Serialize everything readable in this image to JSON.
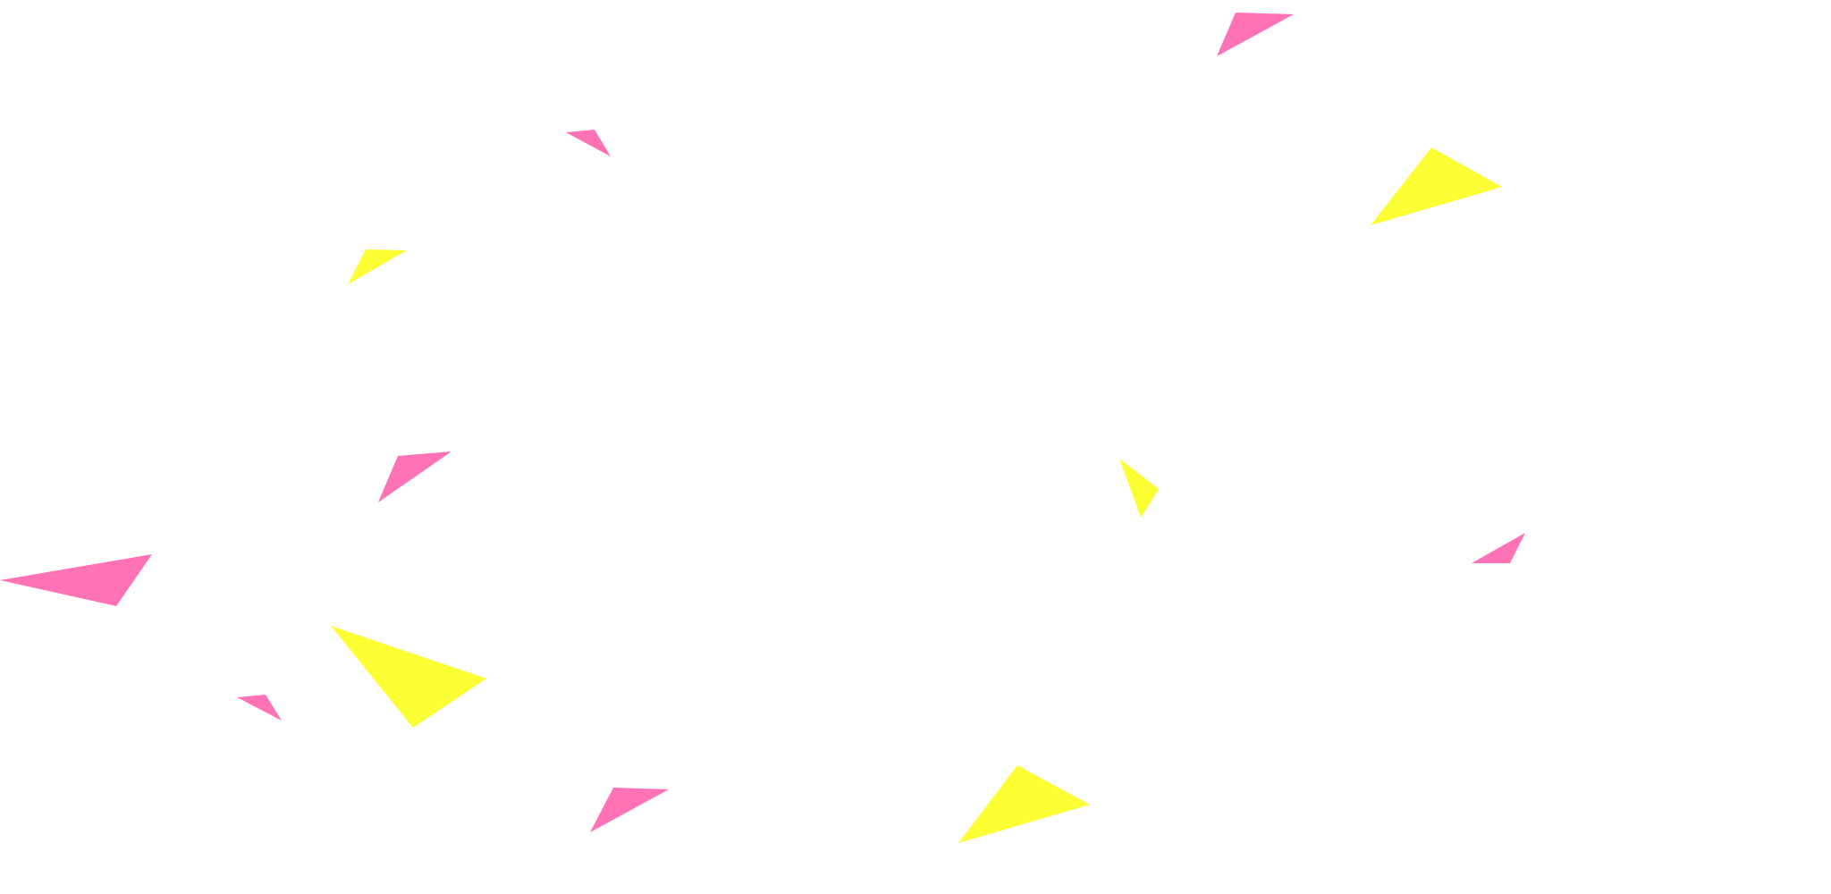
{
  "background_color": "#ffffff",
  "colors": {
    "pink": "#ff72b6",
    "yellow": "#fdff35"
  },
  "confetti": [
    {
      "name": "confetti-pink-top-right",
      "color": "pink"
    },
    {
      "name": "confetti-pink-upper-left",
      "color": "pink"
    },
    {
      "name": "confetti-yellow-upper-right",
      "color": "yellow"
    },
    {
      "name": "confetti-yellow-upper-left",
      "color": "yellow"
    },
    {
      "name": "confetti-pink-mid-left",
      "color": "pink"
    },
    {
      "name": "confetti-yellow-center",
      "color": "yellow"
    },
    {
      "name": "confetti-pink-left-edge",
      "color": "pink"
    },
    {
      "name": "confetti-pink-right",
      "color": "pink"
    },
    {
      "name": "confetti-yellow-lower-left",
      "color": "yellow"
    },
    {
      "name": "confetti-pink-lower-left-small",
      "color": "pink"
    },
    {
      "name": "confetti-pink-bottom-left",
      "color": "pink"
    },
    {
      "name": "confetti-yellow-bottom-center",
      "color": "yellow"
    }
  ]
}
